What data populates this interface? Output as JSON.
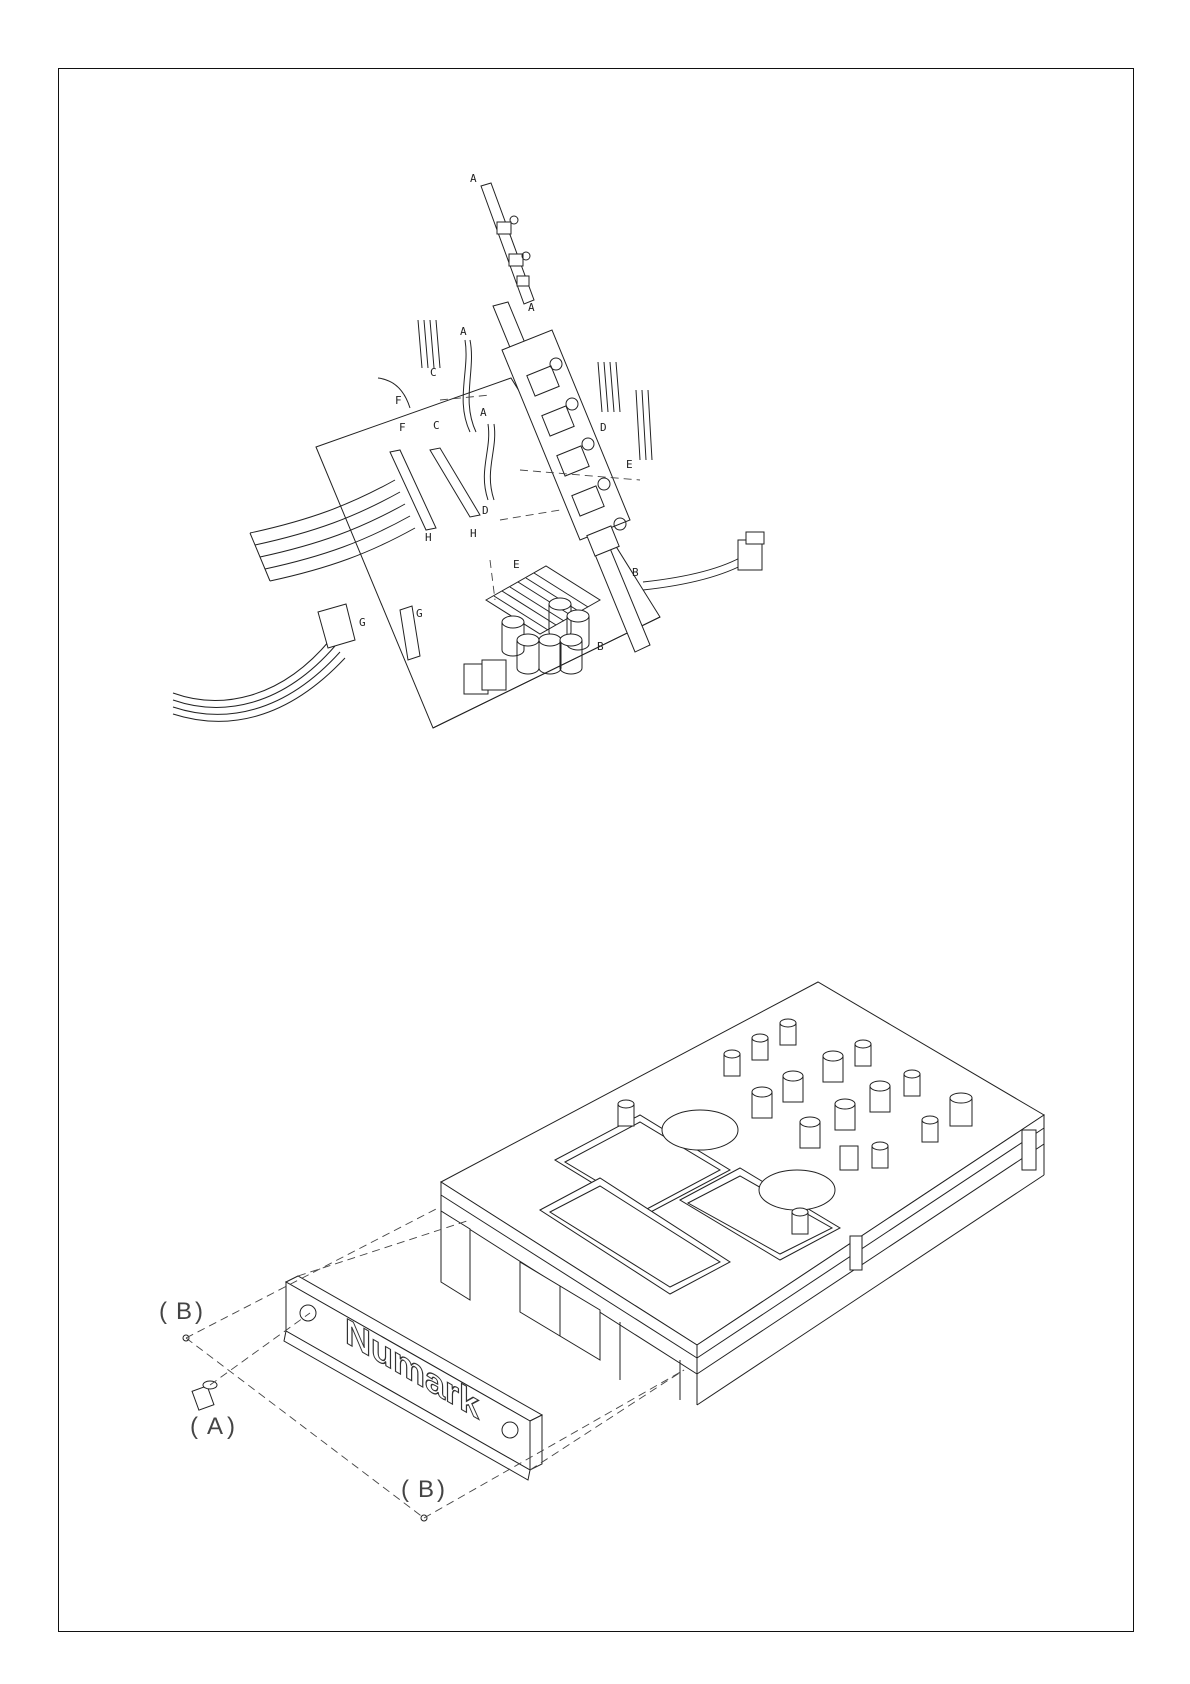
{
  "diagrams": {
    "top_assembly": {
      "labels": {
        "a1": "A",
        "a2": "A",
        "a3": "A",
        "a4": "A",
        "b1": "B",
        "b2": "B",
        "c1": "C",
        "c2": "C",
        "d1": "D",
        "d2": "D",
        "e1": "E",
        "e2": "E",
        "f1": "F",
        "f2": "F",
        "g1": "G",
        "g2": "G",
        "h1": "H",
        "h2": "H"
      }
    },
    "bottom_assembly": {
      "labels": {
        "b_left": "B",
        "a": "A",
        "b_bottom": "B"
      },
      "logo": "Numark"
    }
  }
}
